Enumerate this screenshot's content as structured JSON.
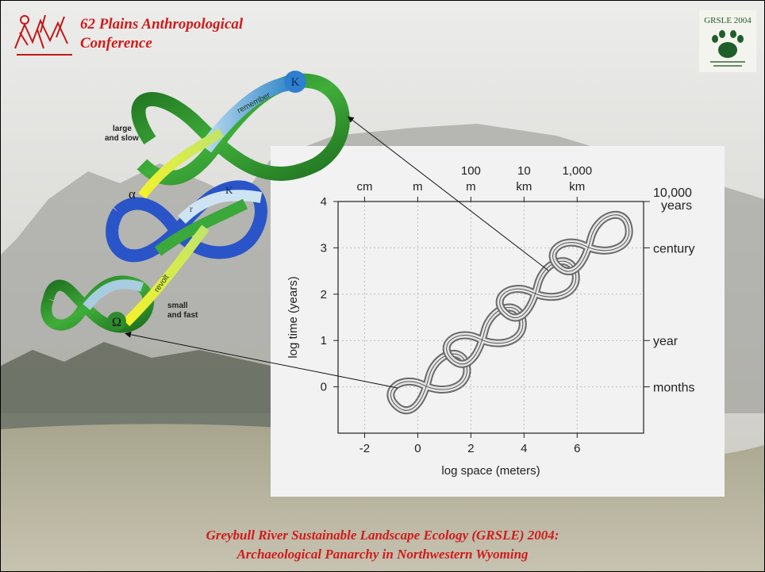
{
  "header": {
    "title_line1": "62 Plains Anthropological",
    "title_line2": "Conference",
    "right_logo_text": "GRSLE 2004"
  },
  "footer": {
    "line1": "Greybull River Sustainable Landscape Ecology (GRSLE) 2004:",
    "line2": "Archaeological Panarchy in Northwestern Wyoming"
  },
  "panarchy": {
    "large_label_1": "large",
    "large_label_2": "and slow",
    "small_label_1": "small",
    "small_label_2": "and fast",
    "remember_label": "remember",
    "revolt_label": "revolt",
    "kappa_top": "K",
    "kappa_mid": "K",
    "alpha": "α",
    "omega": "Ω",
    "mid_r_label": "r"
  },
  "chart_data": {
    "type": "scatter",
    "xlabel": "log space (meters)",
    "ylabel": "log time (years)",
    "xlim": [
      -3,
      8.5
    ],
    "ylim": [
      -1,
      4
    ],
    "x_ticks": [
      -2,
      0,
      2,
      4,
      6
    ],
    "y_ticks": [
      0,
      1,
      2,
      3,
      4
    ],
    "top_axis_labels": [
      {
        "x": -2,
        "line1": "",
        "line2": "cm"
      },
      {
        "x": 0,
        "line1": "",
        "line2": "m"
      },
      {
        "x": 2,
        "line1": "100",
        "line2": "m"
      },
      {
        "x": 4,
        "line1": "10",
        "line2": "km"
      },
      {
        "x": 6,
        "line1": "1,000",
        "line2": "km"
      }
    ],
    "right_axis_labels": [
      {
        "y": 4,
        "line1": "10,000",
        "line2": "years"
      },
      {
        "y": 3,
        "line1": "century",
        "line2": ""
      },
      {
        "y": 1,
        "line1": "year",
        "line2": ""
      },
      {
        "y": 0,
        "line1": "months",
        "line2": ""
      }
    ],
    "grid": true,
    "cycles": [
      {
        "x": 0.4,
        "y": 0
      },
      {
        "x": 2.5,
        "y": 1
      },
      {
        "x": 4.5,
        "y": 2
      },
      {
        "x": 6.5,
        "y": 3
      }
    ]
  },
  "colors": {
    "title_red": "#d11a1a",
    "loop_green": "#2e8b2e",
    "loop_blue": "#2a55c8",
    "arrow_yellow": "#e6e62a"
  }
}
